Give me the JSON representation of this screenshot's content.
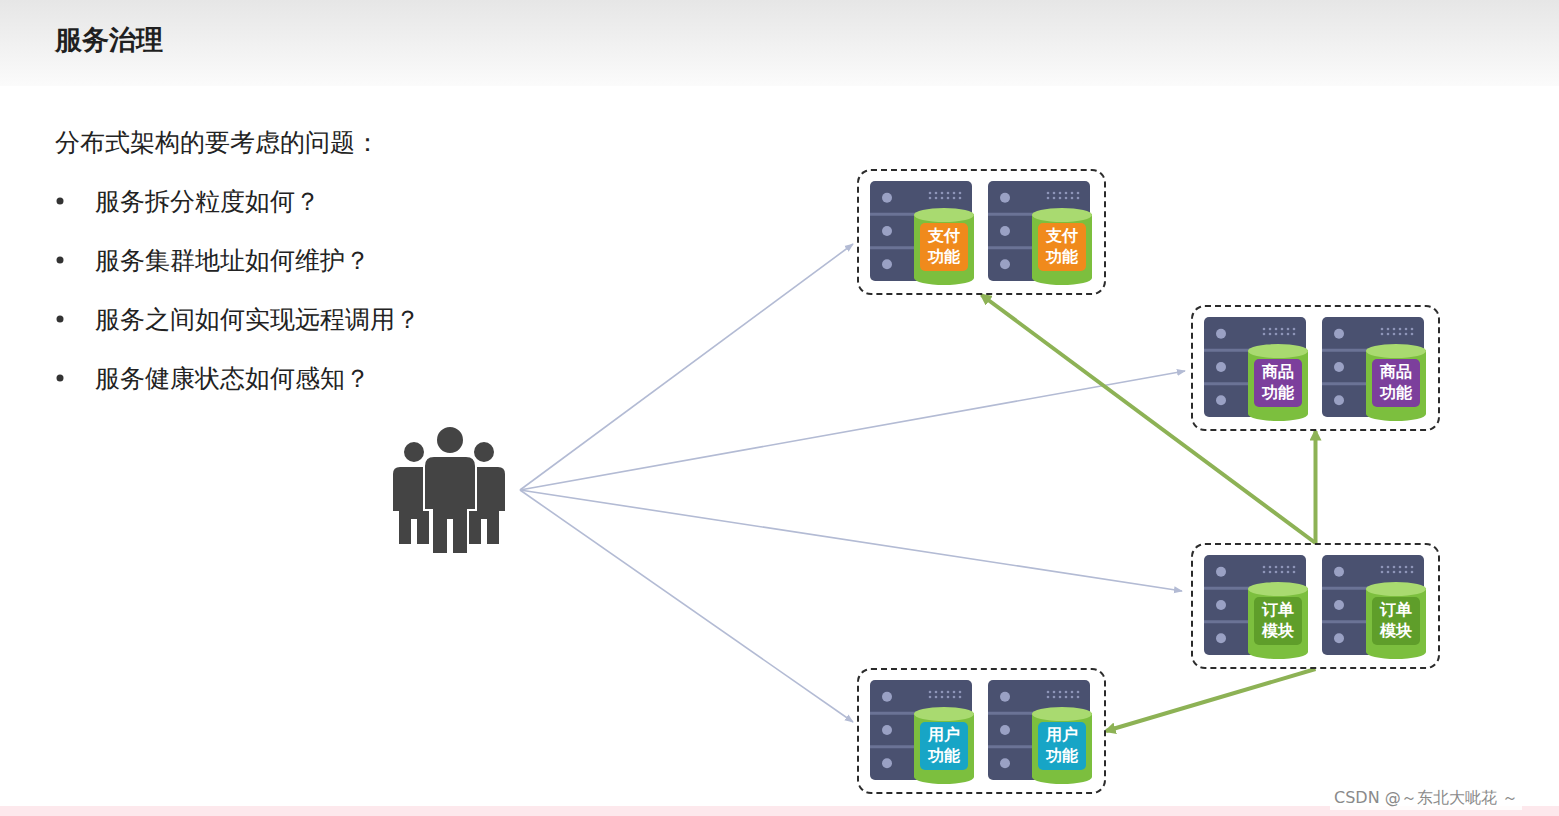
{
  "diagram": {
    "title": "服务治理",
    "nodes": [
      {
        "text": []
      },
      {
        "text": [
          "支付 功能"
        ],
        "in": 0
      },
      {
        "text": [
          "支付 功能"
        ],
        "in": 0
      },
      {
        "text": []
      },
      {
        "text": [
          "商品 功能"
        ],
        "in": 3
      },
      {
        "text": [
          "商品 功能"
        ],
        "in": 3
      },
      {
        "text": []
      },
      {
        "text": [
          "订单 模块"
        ],
        "in": 6
      },
      {
        "text": [
          "订单 模块"
        ],
        "in": 6
      },
      {
        "text": []
      },
      {
        "text": [
          "用户 功能"
        ],
        "in": 9
      },
      {
        "text": [
          "用户 功能"
        ],
        "in": 9
      }
    ],
    "edges": [
      {
        "from": 6,
        "to": 0,
        "arrow": "to"
      },
      {
        "from": 6,
        "to": 3,
        "arrow": "to"
      },
      {
        "from": 6,
        "to": 9,
        "arrow": "to"
      }
    ],
    "labels": [
      "分布式架构的要考虑的问题：",
      "服务拆分粒度如何？",
      "服务集群地址如何维护？",
      "服务之间如何实现远程调用？",
      "服务健康状态如何感知？",
      "CSDN @～东北大呲花 ～"
    ]
  }
}
